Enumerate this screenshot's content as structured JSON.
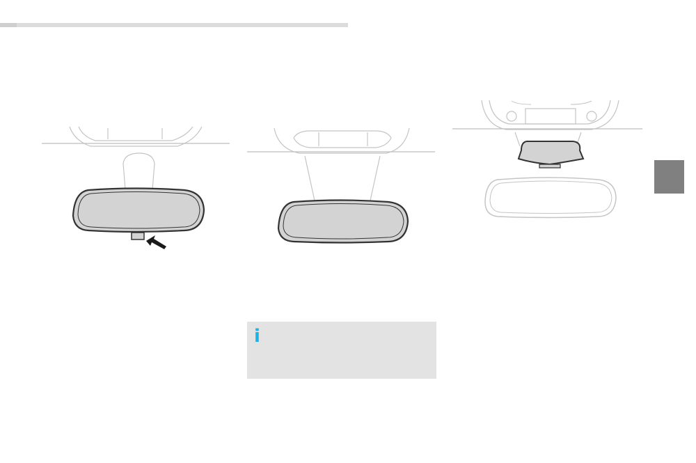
{
  "colors": {
    "rule": "#dcdcdc",
    "side_tab": "#808080",
    "info_box": "#e3e3e3",
    "info_icon": "#1ab3e6",
    "mirror_glass": "#d3d3d3",
    "outline": "#bdbdbd"
  },
  "info_box": {
    "icon": "i"
  },
  "illustrations": [
    {
      "name": "mirror-manual-dimming-tab",
      "icons": [
        "mirror-icon",
        "arrow-icon"
      ]
    },
    {
      "name": "mirror-front-view",
      "icons": [
        "mirror-icon"
      ]
    },
    {
      "name": "mirror-sensor-rear-view",
      "icons": [
        "sensor-icon"
      ]
    }
  ]
}
